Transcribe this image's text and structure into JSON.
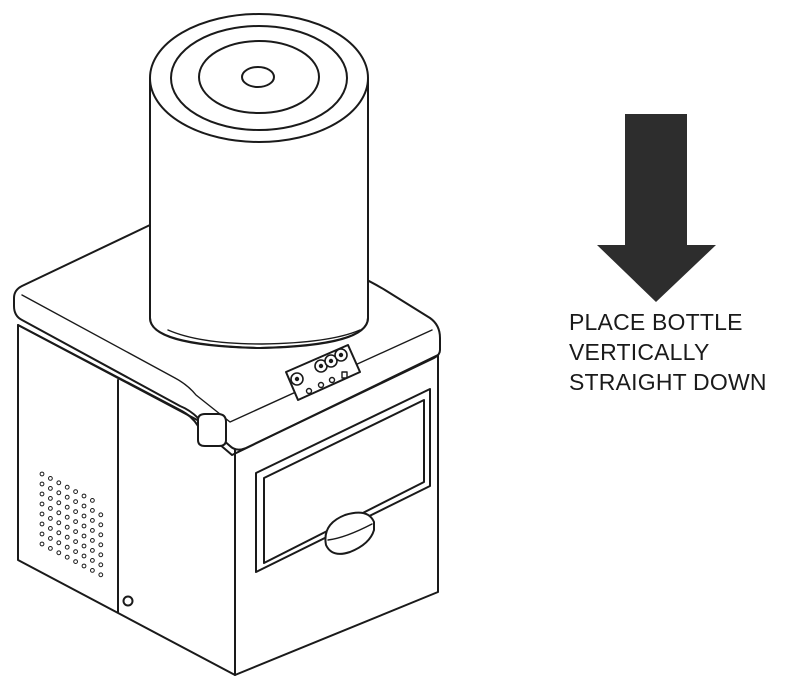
{
  "instruction": {
    "lines": [
      "PLACE BOTTLE",
      "VERTICALLY",
      "STRAIGHT DOWN"
    ]
  },
  "icons": {
    "arrow": "down-arrow-icon",
    "vent": "vent-grille-icon"
  },
  "colors": {
    "line": "#1a1a1a",
    "arrow_fill": "#2d2d2d",
    "background": "#ffffff"
  }
}
